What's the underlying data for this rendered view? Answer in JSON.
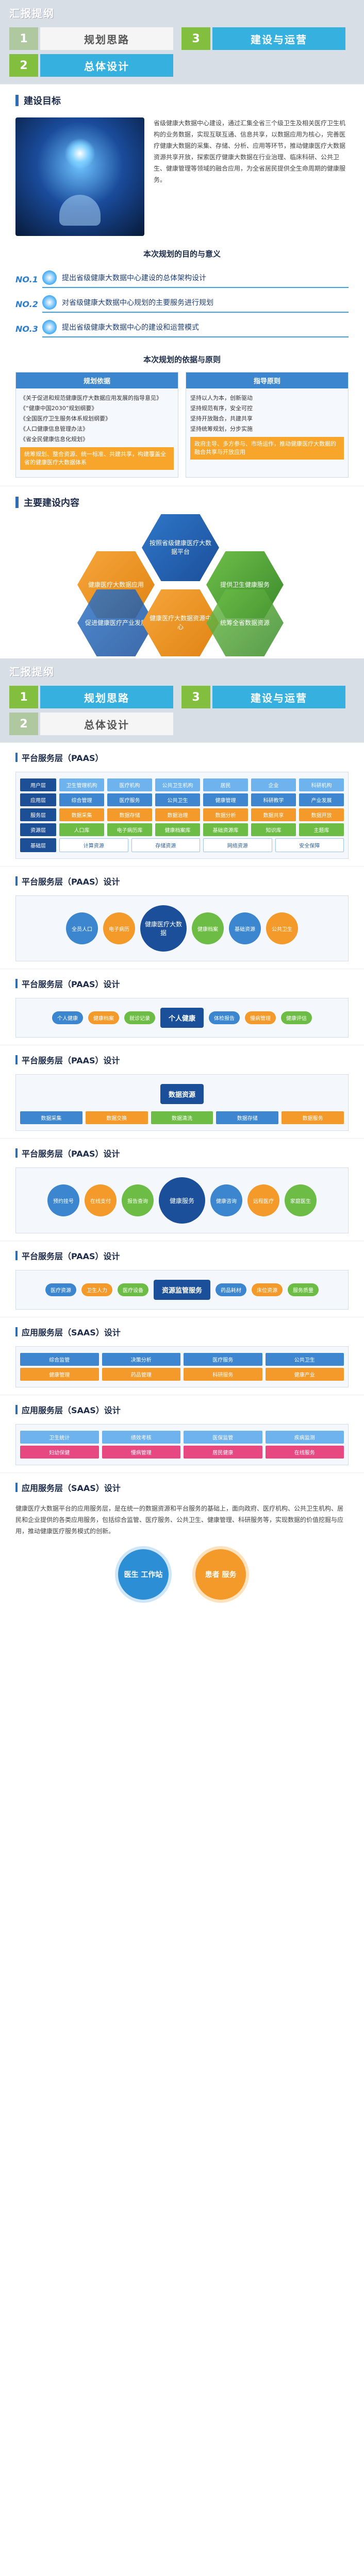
{
  "outline": {
    "title": "汇报提纲",
    "items": [
      {
        "num": "1",
        "label": "规划思路"
      },
      {
        "num": "3",
        "label": "建设与运营"
      },
      {
        "num": "2",
        "label": "总体设计"
      }
    ]
  },
  "goal": {
    "title": "建设目标",
    "text": "省级健康大数据中心建设，通过汇集全省三个级卫生及相关医疗卫生机构的业务数据，实现互联互通、信息共享，以数据应用为核心，完善医疗健康大数据的采集、存储、分析、应用等环节，推动健康医疗大数据资源共享开放，探索医疗健康大数据在行业治理、临床科研、公共卫生、健康管理等领域的融合应用，为全省居民提供全生命周期的健康服务。"
  },
  "meaning": {
    "title": "本次规划的目的与意义",
    "items": [
      {
        "no": "NO.1",
        "text": "提出省级健康大数据中心建设的总体架构设计"
      },
      {
        "no": "NO.2",
        "text": "对省级健康大数据中心规划的主要服务进行规划"
      },
      {
        "no": "NO.3",
        "text": "提出省级健康大数据中心的建设和运营模式"
      }
    ]
  },
  "basis": {
    "title": "本次规划的依据与原则",
    "left_head": "规划依据",
    "left_items": [
      "《关于促进和规范健康医疗大数据应用发展的指导意见》",
      "《“健康中国2030”规划纲要》",
      "《全国医疗卫生服务体系规划纲要》",
      "《人口健康信息管理办法》",
      "《省全民健康信息化规划》"
    ],
    "left_note": "统筹规划、整合资源、统一标准、共建共享，构建覆盖全省的健康医疗大数据体系",
    "right_head": "指导原则",
    "right_items": [
      "坚持以人为本，创新驱动",
      "坚持规范有序，安全可控",
      "坚持开放融合，共建共享",
      "坚持统筹规划，分步实施"
    ],
    "right_note": "政府主导、多方参与、市场运作，推动健康医疗大数据的融合共享与开放应用"
  },
  "content": {
    "title": "主要建设内容",
    "hexes": [
      "按照省级健康医疗大数据平台",
      "健康医疗大数据应用",
      "提供卫生健康服务",
      "促进健康医疗产业发展",
      "健康医疗大数据资源中心",
      "统筹全省数据资源"
    ]
  },
  "outline2": {
    "title": "汇报提纲",
    "items": [
      {
        "num": "1",
        "label": "规划思路"
      },
      {
        "num": "3",
        "label": "建设与运营"
      },
      {
        "num": "2",
        "label": "总体设计"
      }
    ]
  },
  "paas": {
    "title": "平台服务层（PAAS）",
    "title2": "平台服务层（PAAS）设计",
    "layers": [
      {
        "label": "用户层",
        "cells": [
          "卫生管理机构",
          "医疗机构",
          "公共卫生机构",
          "居民",
          "企业",
          "科研机构"
        ]
      },
      {
        "label": "应用层",
        "cells": [
          "综合管理",
          "医疗服务",
          "公共卫生",
          "健康管理",
          "科研教学",
          "产业发展"
        ]
      },
      {
        "label": "服务层",
        "cells": [
          "数据采集",
          "数据存储",
          "数据治理",
          "数据分析",
          "数据共享",
          "数据开放"
        ]
      },
      {
        "label": "资源层",
        "cells": [
          "人口库",
          "电子病历库",
          "健康档案库",
          "基础资源库",
          "知识库",
          "主题库"
        ]
      },
      {
        "label": "基础层",
        "cells": [
          "计算资源",
          "存储资源",
          "网络资源",
          "安全保障"
        ]
      }
    ],
    "hub1": [
      "全员人口",
      "电子病历",
      "健康档案",
      "基础资源",
      "公共卫生"
    ],
    "hub1_center": "健康医疗大数据",
    "persons": [
      "个人健康",
      "健康档案",
      "就诊记录",
      "体检报告",
      "慢病管理",
      "健康评估"
    ],
    "person_center": "个人健康",
    "flow": [
      "数据采集",
      "数据交换",
      "数据清洗",
      "数据存储",
      "数据服务"
    ],
    "flow_center": "数据资源",
    "service_center": "健康服务",
    "services": [
      "预约挂号",
      "在线支付",
      "报告查询",
      "健康咨询",
      "远程医疗",
      "家庭医生"
    ],
    "resource_center": "资源监管服务",
    "resources": [
      "医疗资源",
      "卫生人力",
      "医疗设备",
      "药品耗材",
      "床位资源",
      "服务质量"
    ]
  },
  "saas": {
    "title": "应用服务层（SAAS）设计",
    "apps": [
      "综合监管",
      "决策分析",
      "医疗服务",
      "公共卫生",
      "健康管理",
      "药品管理",
      "科研服务",
      "健康产业"
    ],
    "modules": [
      "卫生统计",
      "绩效考核",
      "医保监管",
      "疾病监测",
      "妇幼保健",
      "慢病管理",
      "居民健康",
      "在线服务"
    ],
    "workspaces": [
      "医生\n工作站",
      "患者\n服务"
    ],
    "text": "健康医疗大数据平台的应用服务层，是在统一的数据资源和平台服务的基础上，面向政府、医疗机构、公共卫生机构、居民和企业提供的各类应用服务，包括综合监管、医疗服务、公共卫生、健康管理、科研服务等，实现数据的价值挖掘与应用，推动健康医疗服务模式的创新。"
  }
}
